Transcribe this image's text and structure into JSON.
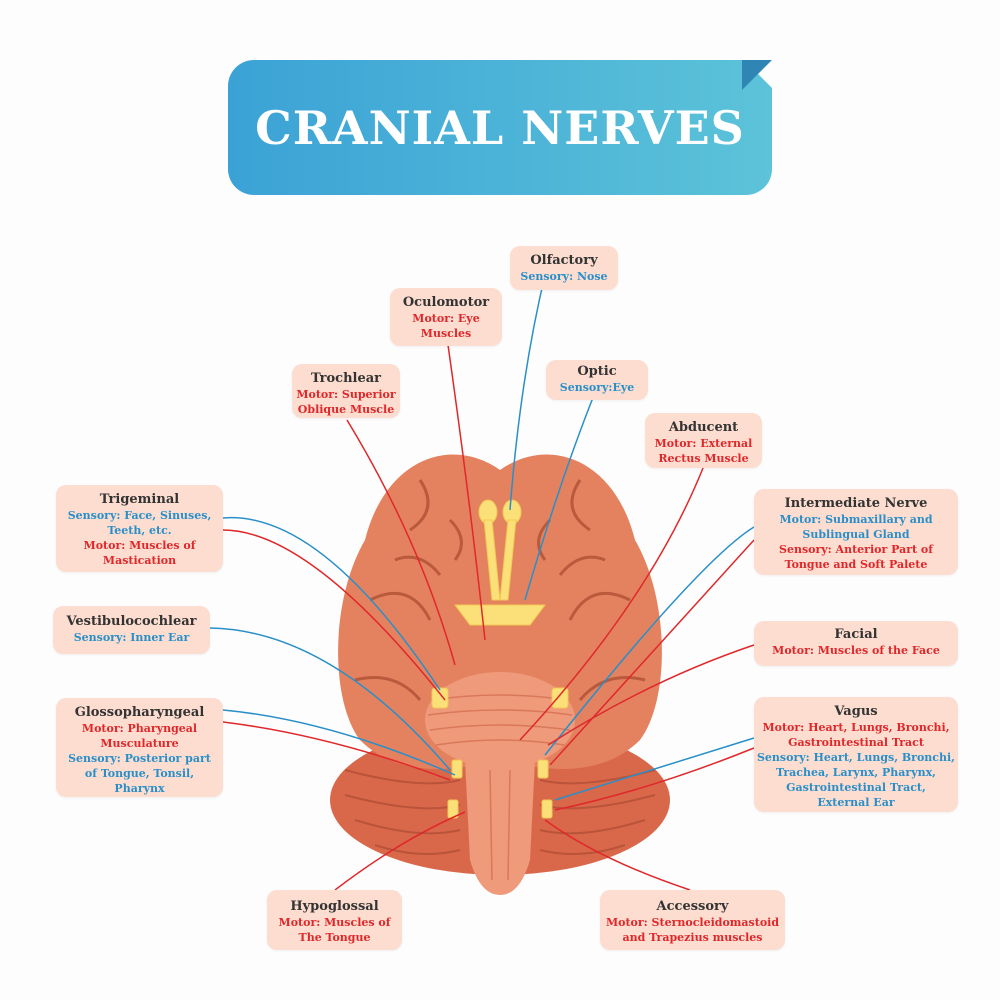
{
  "title": "CRANIAL NERVES",
  "nerves": {
    "olfactory": {
      "name": "Olfactory",
      "l1": "Sensory: Nose"
    },
    "oculomotor": {
      "name": "Oculomotor",
      "l1": "Motor: Eye",
      "l2": "Muscles"
    },
    "optic": {
      "name": "Optic",
      "l1": "Sensory:Eye"
    },
    "trochlear": {
      "name": "Trochlear",
      "l1": "Motor: Superior",
      "l2": "Oblique Muscle"
    },
    "abducent": {
      "name": "Abducent",
      "l1": "Motor: External",
      "l2": "Rectus Muscle"
    },
    "trigeminal": {
      "name": "Trigeminal",
      "s1": "Sensory: Face, Sinuses,",
      "s2": "Teeth, etc.",
      "m1": "Motor: Muscles of",
      "m2": "Mastication"
    },
    "intermediate": {
      "name": "Intermediate Nerve",
      "s1": "Motor: Submaxillary and",
      "s2": "Sublingual Gland",
      "m1": "Sensory: Anterior Part of",
      "m2": "Tongue and Soft Palete"
    },
    "vestibulocochlear": {
      "name": "Vestibulocochlear",
      "s1": "Sensory: Inner Ear"
    },
    "facial": {
      "name": "Facial",
      "m1": "Motor: Muscles of the Face"
    },
    "glossopharyngeal": {
      "name": "Glossopharyngeal",
      "m1": "Motor: Pharyngeal",
      "m2": "Musculature",
      "s1": "Sensory: Posterior part",
      "s2": "of  Tongue, Tonsil,",
      "s3": "Pharynx"
    },
    "vagus": {
      "name": "Vagus",
      "m1": "Motor: Heart, Lungs, Bronchi,",
      "m2": "Gastrointestinal Tract",
      "s1": "Sensory: Heart, Lungs, Bronchi,",
      "s2": "Trachea, Larynx, Pharynx,",
      "s3": "Gastrointestinal Tract,",
      "s4": "External Ear"
    },
    "hypoglossal": {
      "name": "Hypoglossal",
      "l1": "Motor: Muscles of",
      "l2": "The Tongue"
    },
    "accessory": {
      "name": "Accessory",
      "l1": "Motor: Sternocleidomastoid",
      "l2": "and Trapezius muscles"
    }
  },
  "colors": {
    "sensory": "#2a8fc8",
    "motor": "#e0282b",
    "box": "#fcddd0",
    "brain": "#e07a55",
    "nerve": "#fbe07a"
  }
}
